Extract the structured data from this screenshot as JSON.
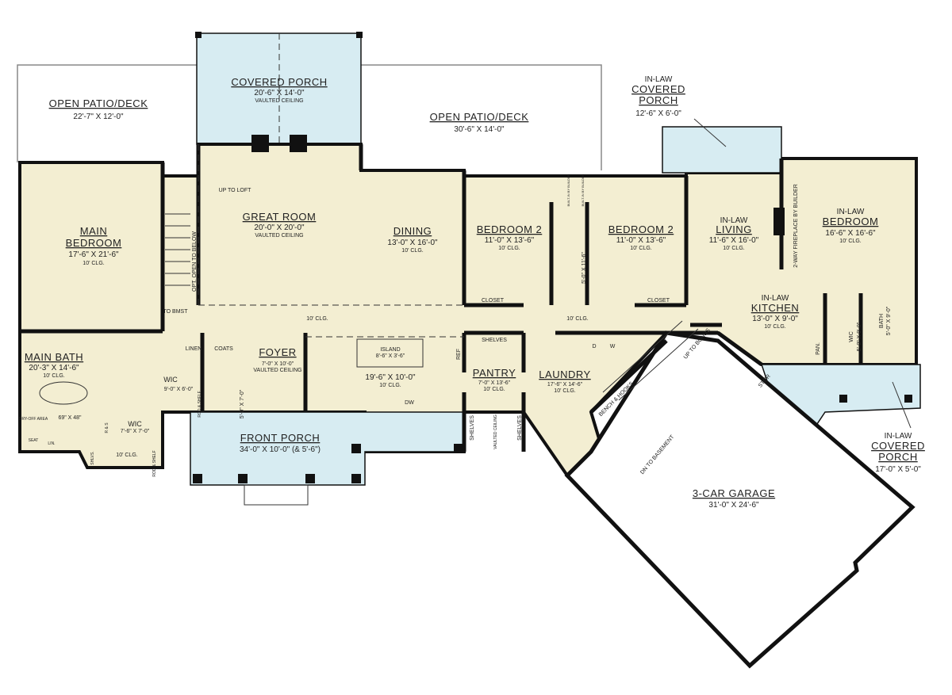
{
  "colors": {
    "interior": "#f3eed2",
    "porch": "#d7ecf2",
    "wall": "#111111"
  },
  "rooms": {
    "open_patio_left": {
      "name": "OPEN PATIO/DECK",
      "dims": "22'-7\" X 12'-0\""
    },
    "covered_porch": {
      "name": "COVERED PORCH",
      "dims": "20'-6\" X 14'-0\"",
      "ceiling": "VAULTED CEILING"
    },
    "open_patio_right": {
      "name": "OPEN PATIO/DECK",
      "dims": "30'-6\" X 14'-0\""
    },
    "inlaw_covered_porch_top": {
      "prefix": "IN-LAW",
      "name": "COVERED",
      "name2": "PORCH",
      "dims": "12'-6\" X 6'-0\""
    },
    "main_bedroom": {
      "name": "MAIN",
      "name2": "BEDROOM",
      "dims": "17'-6\" X 21'-6\"",
      "ceiling": "10' CLG."
    },
    "great_room": {
      "name": "GREAT ROOM",
      "dims": "20'-0\" X 20'-0\"",
      "ceiling": "VAULTED CEILING"
    },
    "dining": {
      "name": "DINING",
      "dims": "13'-0\" X 16'-0\"",
      "ceiling": "10' CLG."
    },
    "bedroom_2a": {
      "name": "BEDROOM 2",
      "dims": "11'-0\" X 13'-6\"",
      "ceiling": "10' CLG."
    },
    "bedroom_2b": {
      "name": "BEDROOM 2",
      "dims": "11'-0\" X 13'-6\"",
      "ceiling": "10' CLG."
    },
    "hall_bath": {
      "dims": "5'-0\" X 11'-6\""
    },
    "inlaw_living": {
      "prefix": "IN-LAW",
      "name": "LIVING",
      "dims": "11'-6\" X 16'-0\"",
      "ceiling": "10' CLG."
    },
    "inlaw_bedroom": {
      "prefix": "IN-LAW",
      "name": "BEDROOM",
      "dims": "16'-6\" X 16'-6\"",
      "ceiling": "10' CLG."
    },
    "inlaw_kitchen": {
      "prefix": "IN-LAW",
      "name": "KITCHEN",
      "dims": "13'-0\" X 9'-0\"",
      "ceiling": "10' CLG."
    },
    "inlaw_wic": {
      "name": "WIC",
      "dims": "5'-0\" X 9'-0\""
    },
    "inlaw_bath": {
      "name": "BATH",
      "dims": "5'-0\" X 9'-0\""
    },
    "main_bath": {
      "name": "MAIN BATH",
      "dims": "20'-3\" X 14'-6\"",
      "ceiling": "10' CLG."
    },
    "wic_1": {
      "name": "WIC",
      "dims": "9'-0\" X 6'-0\""
    },
    "wic_2": {
      "name": "WIC",
      "dims": "7'-6\" X 7'-0\"",
      "ceiling": "10' CLG."
    },
    "shower": {
      "dims": "69\" X 48\""
    },
    "foyer": {
      "name": "FOYER",
      "dims": "7'-0\" X 10'-0\"",
      "ceiling": "VAULTED CEILING"
    },
    "powder": {
      "dims": "5'-0\" X 7'-0\""
    },
    "kitchen": {
      "dims": "19'-6\" X 10'-0\"",
      "ceiling": "10' CLG."
    },
    "island": {
      "name": "ISLAND",
      "dims": "8'-6\" X 3'-6\""
    },
    "pantry": {
      "name": "PANTRY",
      "dims": "7'-0\" X 13'-6\"",
      "ceiling": "10' CLG."
    },
    "laundry": {
      "name": "LAUNDRY",
      "dims": "17'-6\" X 14'-6\"",
      "ceiling": "10' CLG."
    },
    "front_porch": {
      "name": "FRONT PORCH",
      "dims": "34'-0\" X 10'-0\" (& 5'-6\")"
    },
    "garage": {
      "name": "3-CAR GARAGE",
      "dims": "31'-0\" X 24'-6\""
    },
    "inlaw_covered_porch_bottom": {
      "prefix": "IN-LAW",
      "name": "COVERED",
      "name2": "PORCH",
      "dims": "17'-0\" X 5'-0\""
    }
  },
  "labels": {
    "up_to_loft": "UP TO LOFT",
    "opt_open_below": "OPT. OPEN TO BELOW",
    "to_bmst": "TO BMST",
    "hall_clg_left": "10' CLG.",
    "hall_clg_center": "10' CLG.",
    "hall_clg_right": "10' CLG.",
    "linen": "LINEN",
    "coats": "COATS",
    "closet_a": "CLOSET",
    "closet_b": "CLOSET",
    "built_in_a": "BUILT-IN BY BUILDER",
    "built_in_b": "BUILT-IN BY BUILDER",
    "shelves_top": "SHELVES",
    "shelves_left": "SHELVES",
    "shelves_right": "SHELVES",
    "vaulted_clg": "VAULTED CEILING",
    "ref": "REF",
    "dw": "DW",
    "d": "D",
    "w": "W",
    "up_to_bonus": "UP TO BONUS",
    "bench_hooks": "BENCH & HOOKS",
    "dn_basement": "DN TO BASEMENT",
    "fireplace": "2-WAY FIREPLACE BY BUILDER",
    "pan": "PAN.",
    "stor": "STOR",
    "dry_off": "DRY-OFF AREA",
    "seat": "SEAT",
    "lin": "LIN.",
    "shlvs": "SHLVS.",
    "rs": "R & S",
    "rod_shelf_a": "ROD & SHELF",
    "rod_shelf_b": "ROD & SHELF"
  }
}
